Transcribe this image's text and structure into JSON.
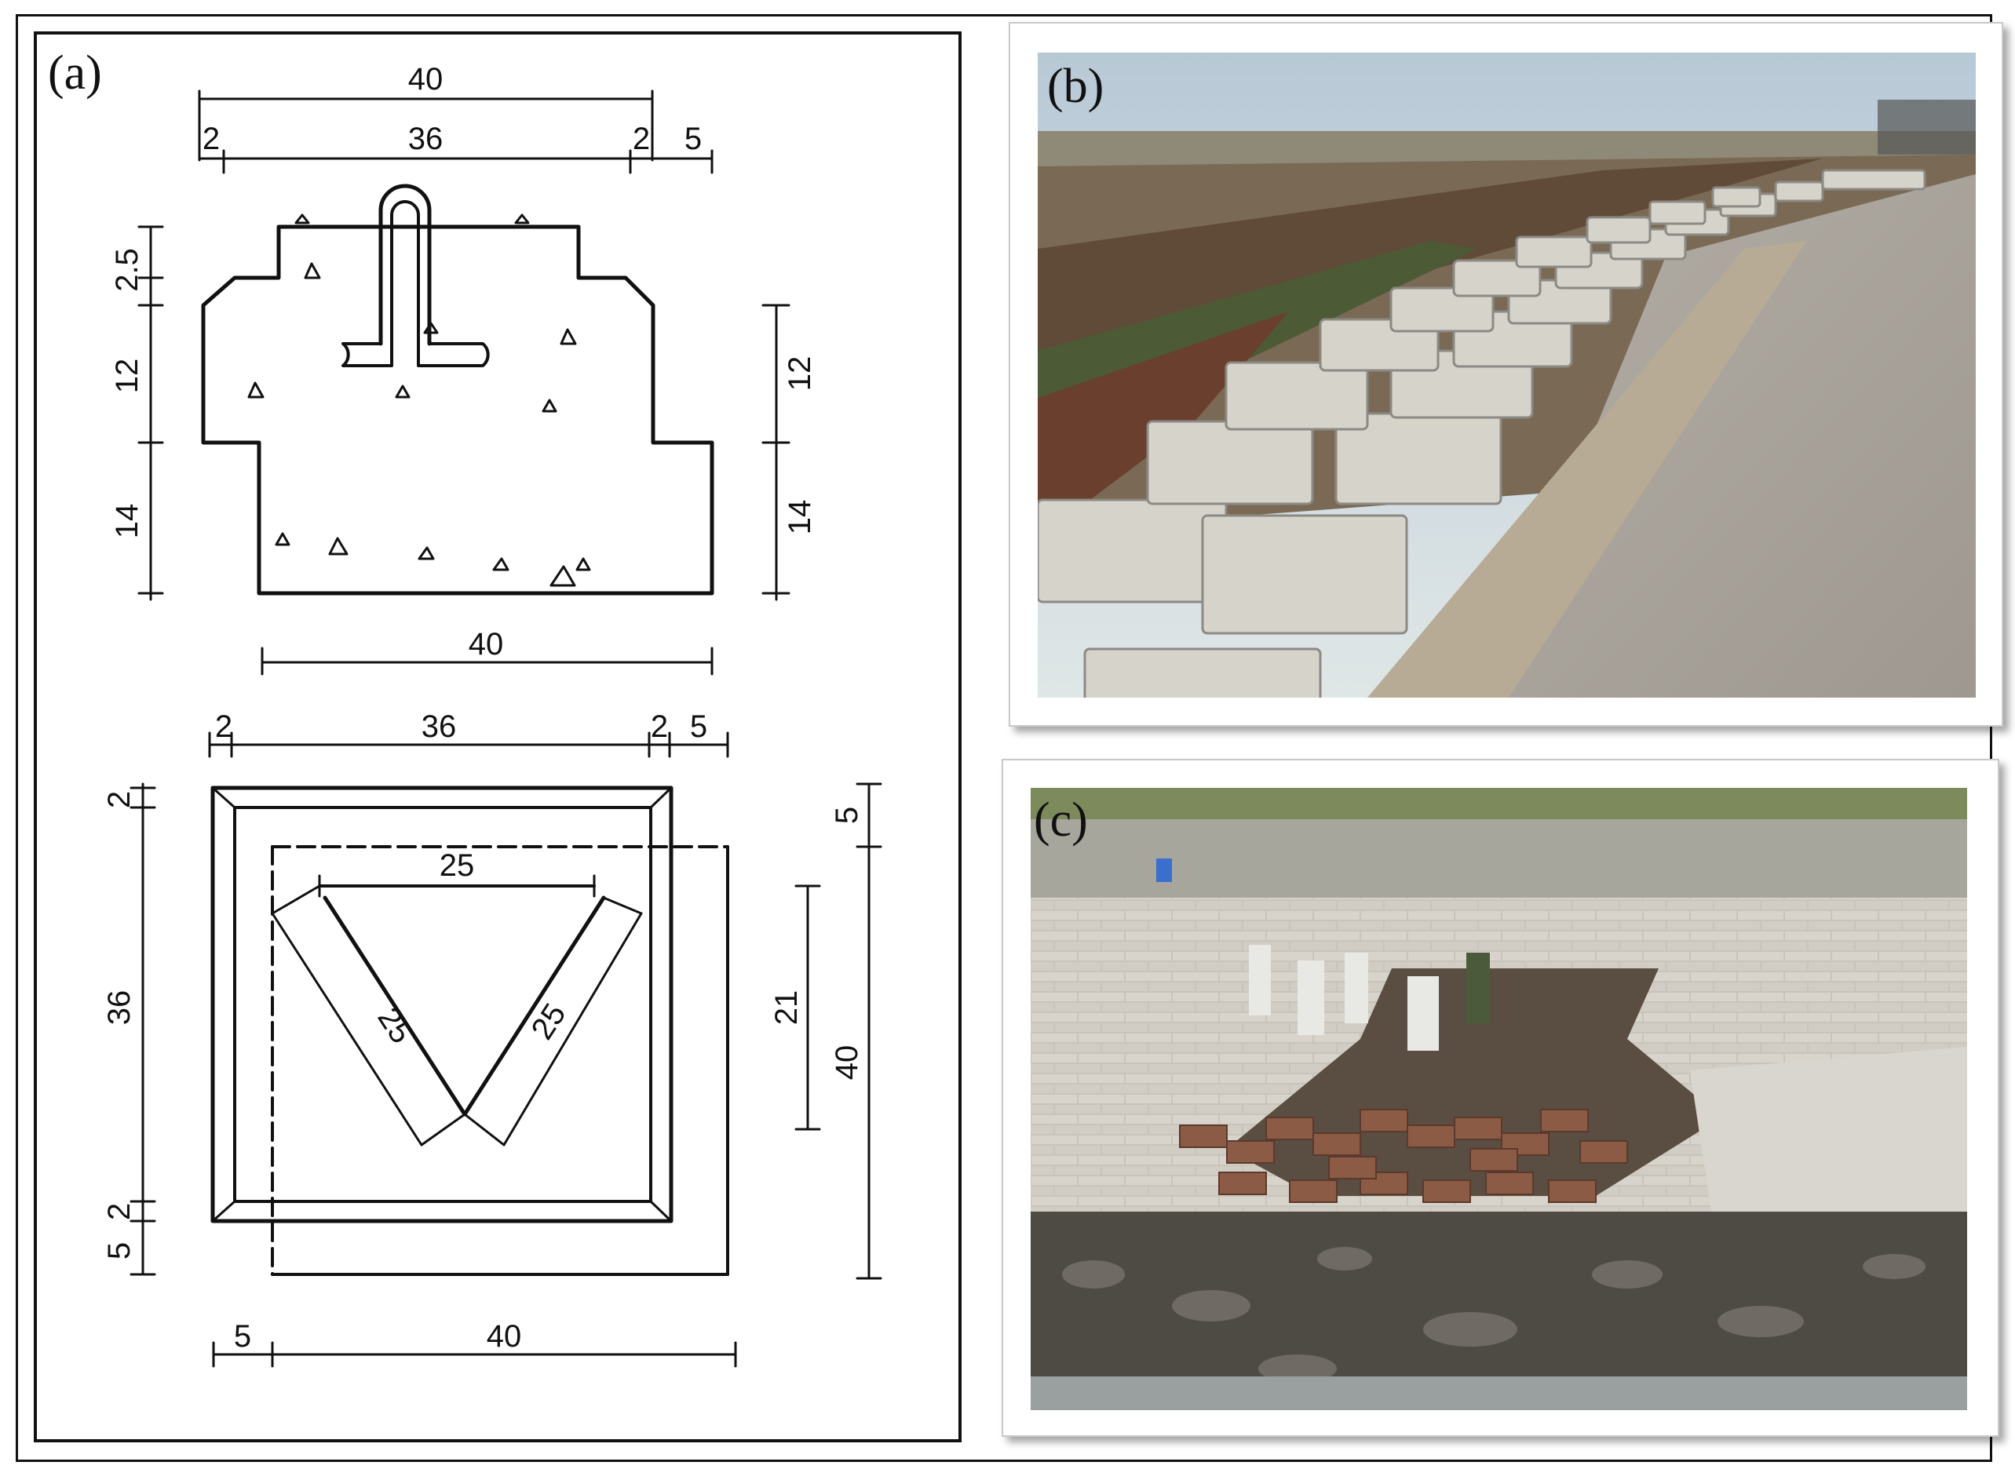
{
  "figure": {
    "panel_a": {
      "label": "(a)",
      "side_view": {
        "top_total": "40",
        "top_left_margin": "2",
        "top_inner": "36",
        "top_right_margin": "2",
        "top_extra": "5",
        "left_dims": [
          "2.5",
          "12",
          "14"
        ],
        "right_dims": [
          "12",
          "14"
        ],
        "bottom_width": "40"
      },
      "plan_view": {
        "top_left_margin": "2",
        "top_inner": "36",
        "top_right_margin": "2",
        "top_extra": "5",
        "left_top": "2",
        "left_mid": "36",
        "left_bottom_a": "2",
        "left_bottom_b": "5",
        "right_top": "5",
        "right_inner": "21",
        "right_total": "40",
        "groove_top": "25",
        "groove_left": "25",
        "groove_right": "25",
        "bottom_left": "5",
        "bottom_width": "40"
      }
    },
    "panel_b": {
      "label": "(b)"
    },
    "panel_c": {
      "label": "(c)"
    }
  }
}
